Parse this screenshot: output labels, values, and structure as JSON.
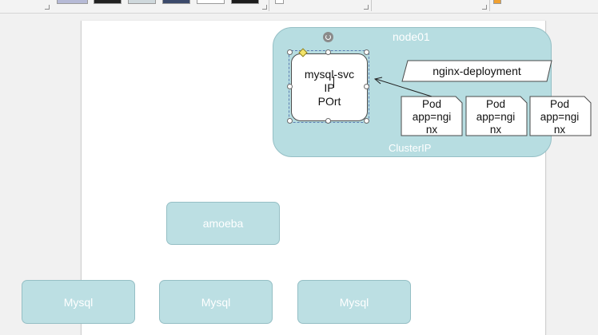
{
  "node": {
    "title": "node01",
    "footer": "ClusterIP"
  },
  "service": {
    "line1": "mysql-svc",
    "line2": "IP",
    "line3": "POrt"
  },
  "deployment": {
    "label": "nginx-deployment"
  },
  "pods": [
    {
      "l1": "Pod",
      "l2": "app=ngi",
      "l3": "nx"
    },
    {
      "l1": "Pod",
      "l2": "app=ngi",
      "l3": "nx"
    },
    {
      "l1": "Pod",
      "l2": "app=ngi",
      "l3": "nx"
    }
  ],
  "amoeba": {
    "label": "amoeba"
  },
  "mysql": [
    {
      "label": "Mysql"
    },
    {
      "label": "Mysql"
    },
    {
      "label": "Mysql"
    }
  ],
  "colors": {
    "node_fill": "#b7dde1",
    "box_fill": "#bcdfe3",
    "selection": "#5b7db2"
  }
}
